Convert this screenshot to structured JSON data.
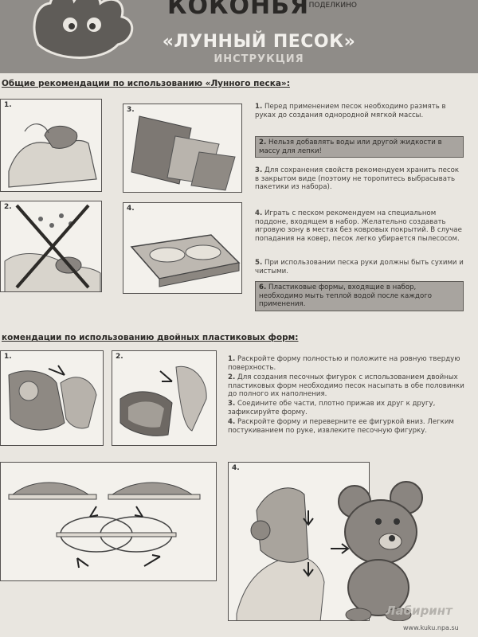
{
  "header": {
    "brand": "КОКОНЬЯ",
    "brand_sub": "И ПОДЕЛКИНО",
    "title": "«ЛУННЫЙ ПЕСОК»",
    "subtitle": "ИНСТРУКЦИЯ"
  },
  "section1": {
    "heading": "Общие рекомендации по использованию «Лунного песка»:",
    "panels": [
      "1.",
      "3.",
      "2.",
      "4."
    ],
    "steps": [
      {
        "n": "1.",
        "text": "Перед применением песок необходимо размять в руках до создания однородной мягкой массы."
      },
      {
        "n": "2.",
        "text": "Нельзя добавлять воды или другой жидкости в массу для лепки!"
      },
      {
        "n": "3.",
        "text": "Для сохранения свойств рекомендуем хранить песок в закрытом виде (поэтому не торопитесь выбрасывать пакетики из набора)."
      },
      {
        "n": "4.",
        "text": "Играть с песком рекомендуем на специальном поддоне, входящем в набор. Желательно создавать игровую зону в местах без ковровых покрытий. В случае попадания на ковер, песок легко убирается пылесосом."
      },
      {
        "n": "5.",
        "text": "При использовании песка руки должны быть сухими и чистыми."
      },
      {
        "n": "6.",
        "text": "Пластиковые формы, входящие в набор, необходимо мыть теплой водой после каждого применения."
      }
    ]
  },
  "section2": {
    "heading": "комендации по использованию двойных пластиковых форм:",
    "panels": [
      "1.",
      "2.",
      "",
      "4."
    ],
    "steps": [
      {
        "n": "1.",
        "text": "Раскройте форму полностью и положите на ровную твердую поверхность."
      },
      {
        "n": "2.",
        "text": "Для создания песочных фигурок с использованием двойных пластиковых форм необходимо песок насыпать в обе половинки до полного их наполнения."
      },
      {
        "n": "3.",
        "text": "Соедините обе части, плотно прижав их друг к другу, зафиксируйте форму."
      },
      {
        "n": "4.",
        "text": "Раскройте форму и переверните ее фигуркой вниз. Легким постукиванием по руке, извлеките песочную фигурку."
      }
    ]
  },
  "footer": {
    "watermark": "Лабиринт",
    "url": "www.kuku.npa.su"
  },
  "colors": {
    "header_bg": "#8f8c88",
    "highlight_bg": "#a8a49f",
    "paper": "#e9e6e0"
  }
}
